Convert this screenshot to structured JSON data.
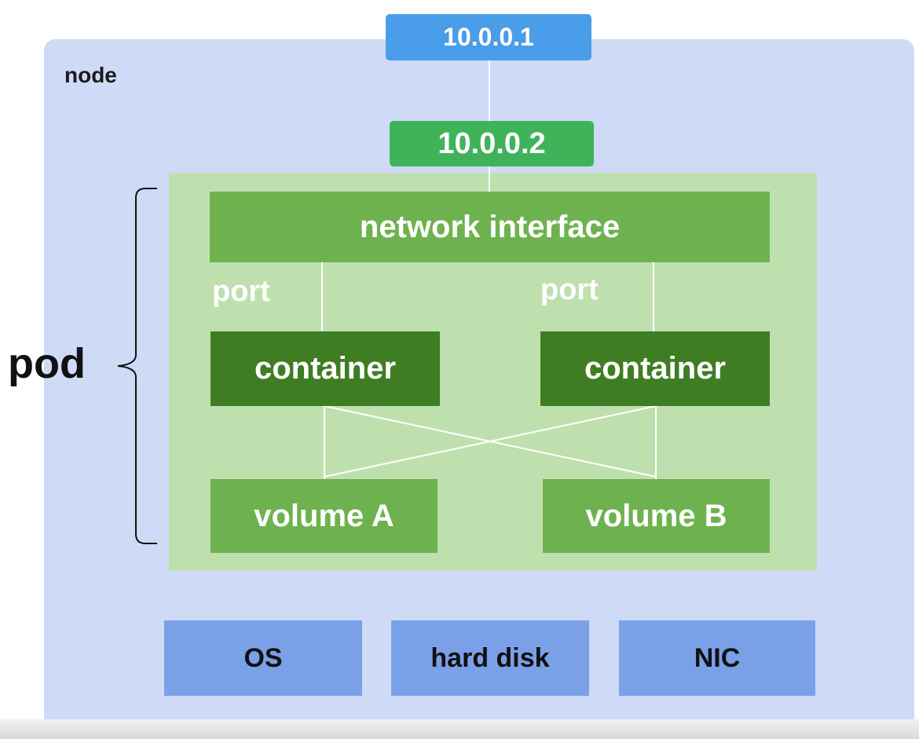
{
  "node": {
    "label": "node"
  },
  "network": {
    "node_ip": "10.0.0.1",
    "pod_ip": "10.0.0.2"
  },
  "pod": {
    "label": "pod",
    "network_interface": "network interface",
    "ports": [
      "port",
      "port"
    ],
    "containers": [
      "container",
      "container"
    ],
    "volumes": [
      "volume A",
      "volume B"
    ]
  },
  "hardware": [
    "OS",
    "hard disk",
    "NIC"
  ],
  "colors": {
    "node_bg": "#cfdaf7",
    "pod_bg": "#bee0ae",
    "node_ip": "#4a9de8",
    "pod_ip": "#3fb35a",
    "component": "#6eb24f",
    "container": "#3f7d23",
    "hardware": "#7aa0e8"
  }
}
